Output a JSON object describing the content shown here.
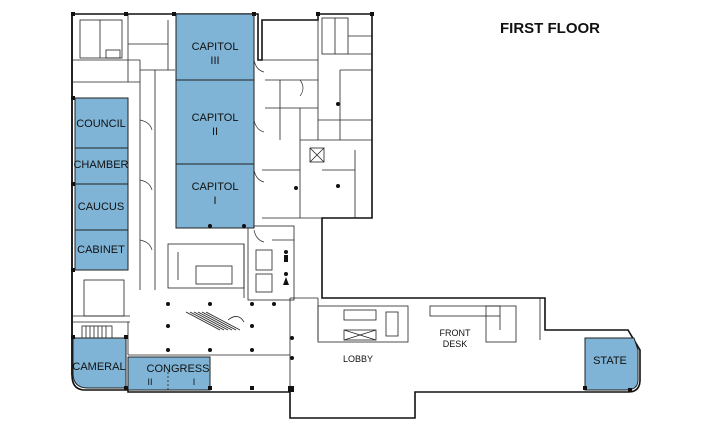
{
  "title": "FIRST FLOOR",
  "rooms": {
    "capitol_3": {
      "line1": "CAPITOL",
      "line2": "III"
    },
    "capitol_2": {
      "line1": "CAPITOL",
      "line2": "II"
    },
    "capitol_1": {
      "line1": "CAPITOL",
      "line2": "I"
    },
    "council": "COUNCIL",
    "chamber": "CHAMBER",
    "caucus": "CAUCUS",
    "cabinet": "CABINET",
    "cameral": "CAMERAL",
    "congress": {
      "name": "CONGRESS",
      "left": "II",
      "right": "I"
    },
    "state": "STATE"
  },
  "areas": {
    "lobby": "LOBBY",
    "front_desk": {
      "line1": "FRONT",
      "line2": "DESK"
    }
  },
  "colors": {
    "room_fill": "#7fb4d6",
    "wall": "#111111"
  }
}
